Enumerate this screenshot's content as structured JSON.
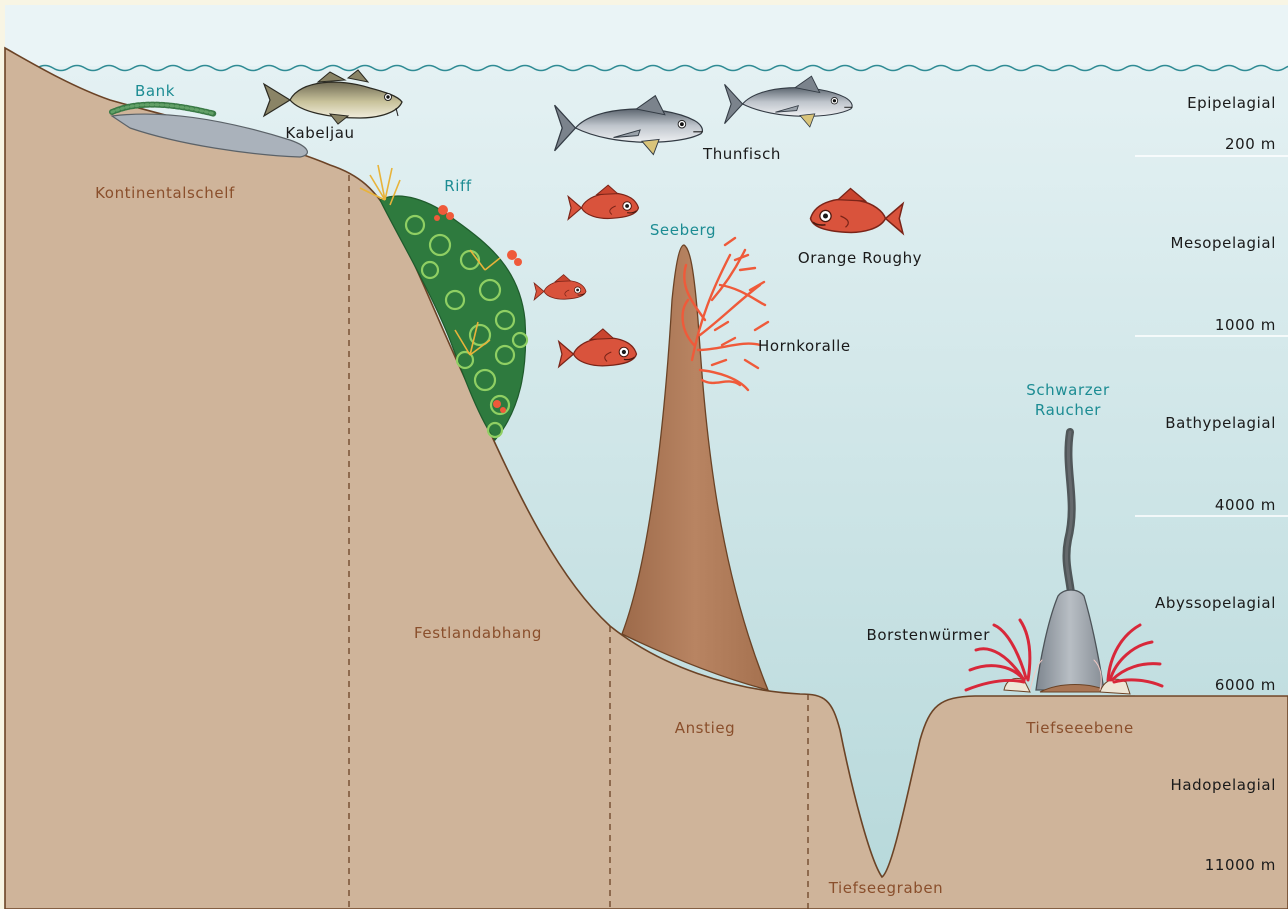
{
  "zones": [
    {
      "name": "Epipelagial"
    },
    {
      "name": "Mesopelagial"
    },
    {
      "name": "Bathypelagial"
    },
    {
      "name": "Abyssopelagial"
    },
    {
      "name": "Hadopelagial"
    }
  ],
  "depths": [
    {
      "label": "200 m"
    },
    {
      "label": "1000 m"
    },
    {
      "label": "4000 m"
    },
    {
      "label": "6000 m"
    },
    {
      "label": "11000 m"
    }
  ],
  "features": {
    "bank": "Bank",
    "riff": "Riff",
    "seeberg": "Seeberg",
    "raucher_line1": "Schwarzer",
    "raucher_line2": "Raucher"
  },
  "organisms": {
    "kabeljau": "Kabeljau",
    "thunfisch": "Thunfisch",
    "orange_roughy": "Orange Roughy",
    "hornkoralle": "Hornkoralle",
    "borstenwuermer": "Borstenwürmer"
  },
  "regions": {
    "kontinentalschelf": "Kontinentalschelf",
    "festlandabhang": "Festlandabhang",
    "anstieg": "Anstieg",
    "tiefseeebene": "Tiefseeebene",
    "tiefseegraben": "Tiefseegraben"
  },
  "colors": {
    "frame": "#f8f5e4",
    "sky": "#eaf4f6",
    "water_top": "#e4f1f3",
    "water_bottom": "#b6d8da",
    "seafloor": "#cfb49a",
    "seafloor_edge": "#6b4326",
    "seamount": "#a97655",
    "label_teal": "#1c8c93",
    "label_brown": "#8a4f2c",
    "coral_red": "#ef5a3a",
    "fish_orange": "#d9533c"
  }
}
